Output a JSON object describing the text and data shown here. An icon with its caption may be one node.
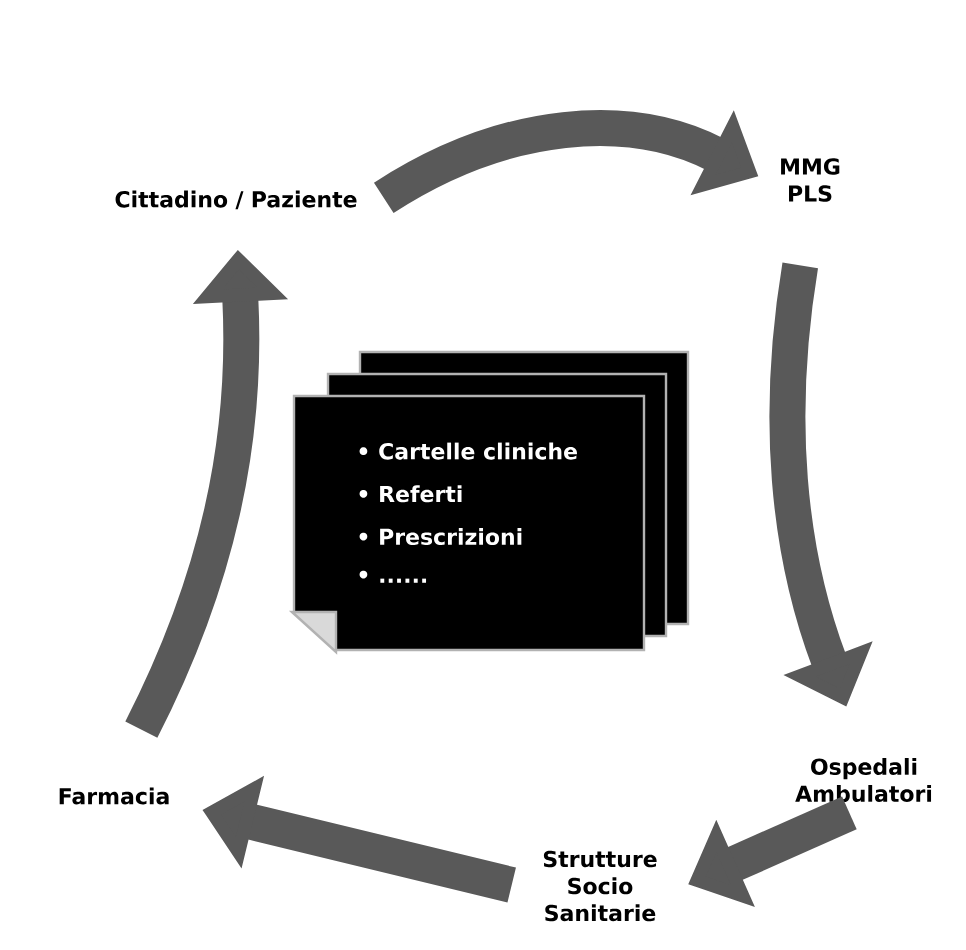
{
  "diagram": {
    "nodes": [
      {
        "text": [
          "Cittadino / Paziente"
        ]
      },
      {
        "text": [
          "MMG PLS"
        ]
      },
      {
        "text": [
          "Ospedali Ambulatori"
        ]
      },
      {
        "text": [
          "Strutture Socio Sanitarie"
        ]
      },
      {
        "text": [
          "Farmacia"
        ]
      },
      {
        "text": [
          "• Cartelle cliniche",
          "• Referti",
          "• Prescrizioni",
          "• ......"
        ]
      }
    ],
    "edges": [
      {
        "from": 0,
        "to": 1,
        "arrow": "to"
      },
      {
        "from": 1,
        "to": 2,
        "arrow": "to"
      },
      {
        "from": 2,
        "to": 3,
        "arrow": "to"
      },
      {
        "from": 3,
        "to": 4,
        "arrow": "to"
      },
      {
        "from": 4,
        "to": 0,
        "arrow": "to"
      }
    ]
  }
}
